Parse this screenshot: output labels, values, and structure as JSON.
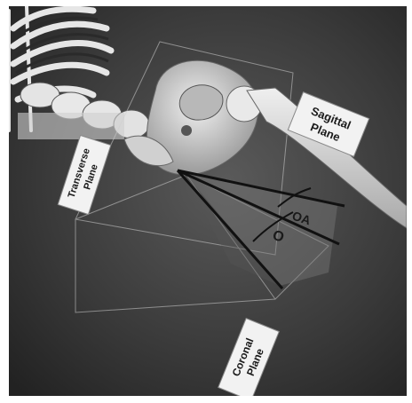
{
  "labels": {
    "sagittal_line1": "Sagittal",
    "sagittal_line2": "Plane",
    "transverse_line1": "Transverse",
    "transverse_line2": "Plane",
    "coronal_line1": "Coronal",
    "coronal_line2": "Plane",
    "angle_oa": "OA",
    "angle_o": "O"
  },
  "colors": {
    "background": "#3a3a3a",
    "bone": "#d8d8d8",
    "label_card": "#f2f2f2"
  }
}
